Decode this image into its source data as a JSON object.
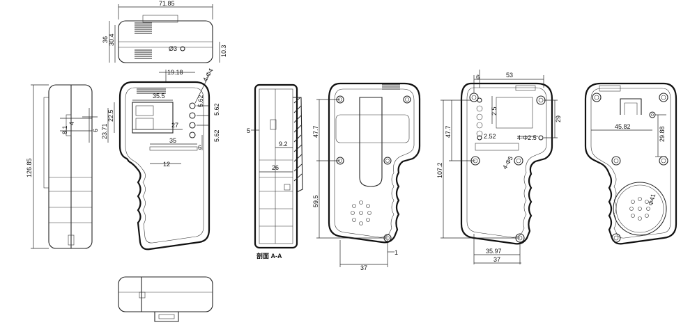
{
  "top_view": {
    "width": "71.85",
    "height": "36",
    "inner_height": "30.4",
    "hole": "Ø3",
    "offset": "10.3"
  },
  "side_view": {
    "total_height": "126.85",
    "d1": "8.1",
    "d2": "4",
    "d3": "6",
    "d4": "23.71",
    "d5": "19.18"
  },
  "front_view": {
    "screw_label": "4-Φ4",
    "d_35_5": "35.5",
    "d_22_5": "22.5",
    "d_27": "27",
    "d_35": "35",
    "d_12": "12",
    "d_5_62_a": "5.62",
    "d_5_62_b": "5.62",
    "d_5_62_c": "5.62",
    "d_6": "6"
  },
  "section_view": {
    "d_5": "5",
    "d_9_2": "9.2",
    "d_26": "26",
    "label": "剖面 A-A"
  },
  "back_view": {
    "d_47_7": "47.7",
    "d_59_5": "59.5",
    "d_37": "37",
    "d_1": "1"
  },
  "inner_view": {
    "d_6": "6",
    "d_53": "53",
    "d_47_7": "47.7",
    "d_107_2": "107.2",
    "d_2_5": "2.5",
    "d_29": "29",
    "d_2_52": "2.52",
    "hole_label": "4-Φ2.5",
    "screw_label": "4-Φ5",
    "d_35_97": "35.97",
    "d_37": "37"
  },
  "speaker_view": {
    "d_45_82": "45.82",
    "d_29_88": "29.88",
    "d_41": "Φ41"
  }
}
